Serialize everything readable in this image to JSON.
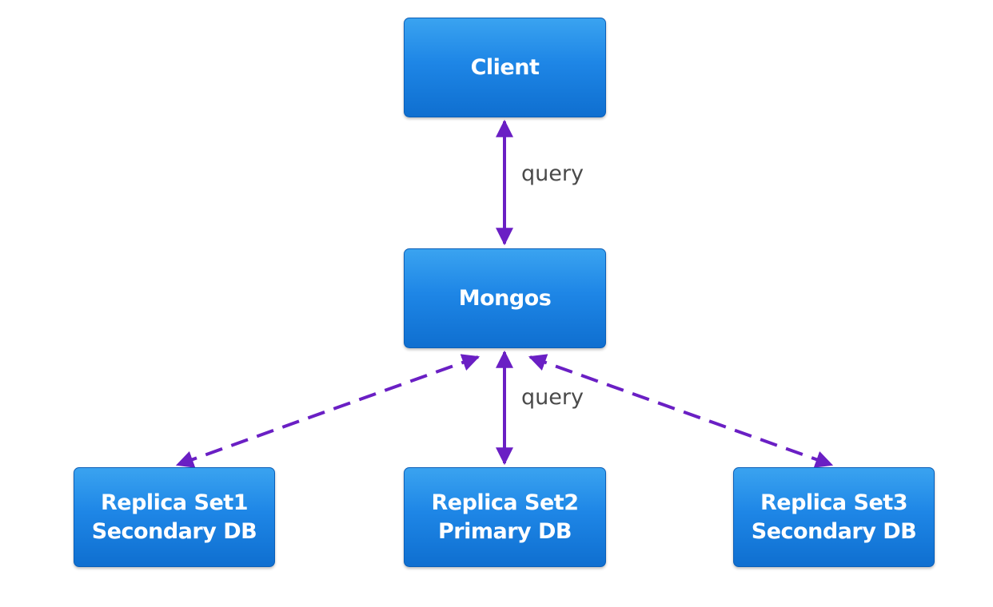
{
  "nodes": {
    "client": {
      "label": "Client"
    },
    "mongos": {
      "label": "Mongos"
    },
    "replica_set1": {
      "line1": "Replica Set1",
      "line2": "Secondary DB"
    },
    "replica_set2": {
      "line1": "Replica Set2",
      "line2": "Primary DB"
    },
    "replica_set3": {
      "line1": "Replica Set3",
      "line2": "Secondary DB"
    }
  },
  "edges": [
    {
      "from": "client",
      "to": "mongos",
      "label": "query",
      "style": "solid",
      "direction": "both"
    },
    {
      "from": "mongos",
      "to": "replica_set2",
      "label": "query",
      "style": "solid",
      "direction": "both"
    },
    {
      "from": "mongos",
      "to": "replica_set1",
      "label": "",
      "style": "dashed",
      "direction": "both"
    },
    {
      "from": "mongos",
      "to": "replica_set3",
      "label": "",
      "style": "dashed",
      "direction": "both"
    }
  ],
  "colors": {
    "node_fill": "#1e86e6",
    "node_border": "#0b5fb8",
    "node_text": "#ffffff",
    "edge": "#6a1fc4",
    "edge_label": "#4a4a4a",
    "background": "#ffffff"
  }
}
